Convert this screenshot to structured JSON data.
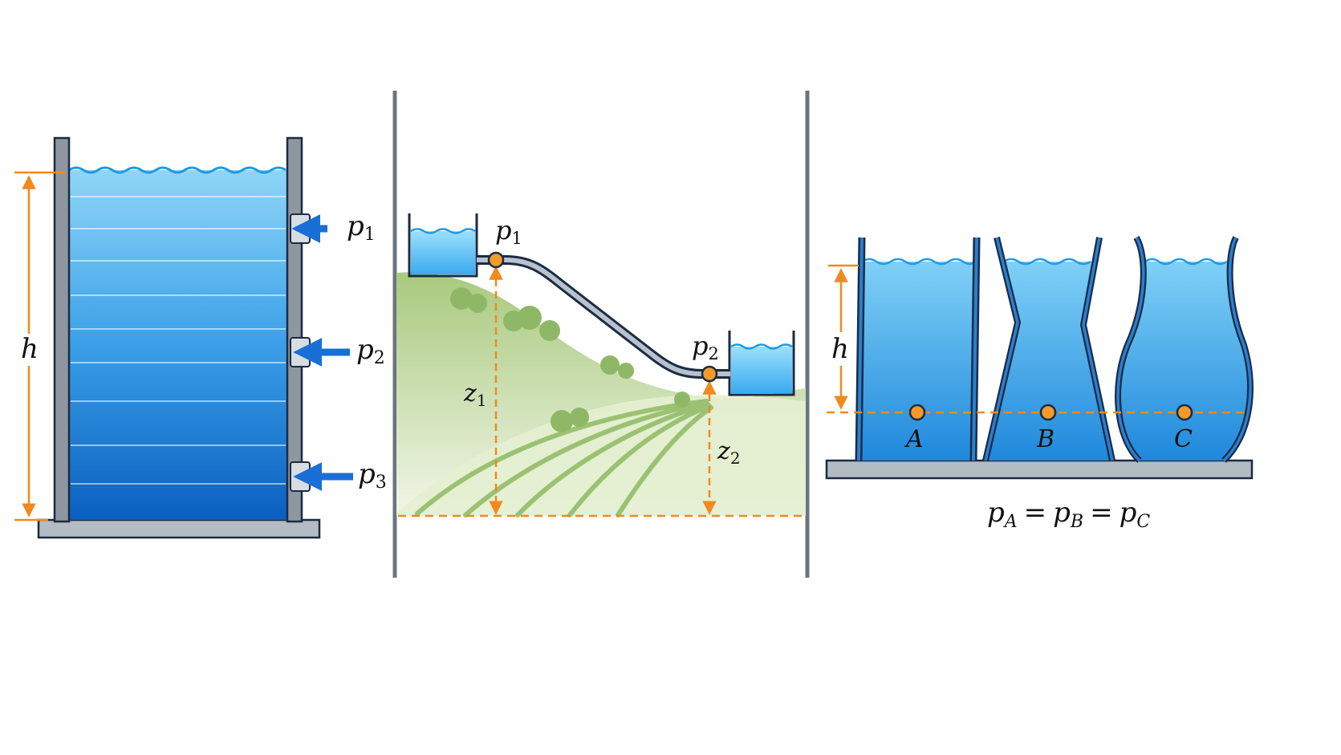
{
  "panel_tank": {
    "height_label": "h",
    "taps": [
      {
        "base": "p",
        "sub": "1"
      },
      {
        "base": "p",
        "sub": "2"
      },
      {
        "base": "p",
        "sub": "3"
      }
    ]
  },
  "panel_hill": {
    "points": [
      {
        "base": "p",
        "sub": "1"
      },
      {
        "base": "p",
        "sub": "2"
      }
    ],
    "elevations": [
      {
        "base": "z",
        "sub": "1"
      },
      {
        "base": "z",
        "sub": "2"
      }
    ]
  },
  "panel_vessels": {
    "height_label": "h",
    "points": [
      "A",
      "B",
      "C"
    ],
    "equation": {
      "lhs": {
        "base": "p",
        "sub": "A"
      },
      "mid": {
        "base": "p",
        "sub": "B"
      },
      "rhs": {
        "base": "p",
        "sub": "C"
      },
      "op": "="
    }
  },
  "colors": {
    "water_light": "#8fd6f7",
    "water_dark": "#0a5fbf",
    "wall": "#8e979f",
    "outline": "#1b2b44",
    "dimension": "#f08a1e",
    "arrow": "#1a6fd6",
    "hill": "#a9c97e"
  }
}
